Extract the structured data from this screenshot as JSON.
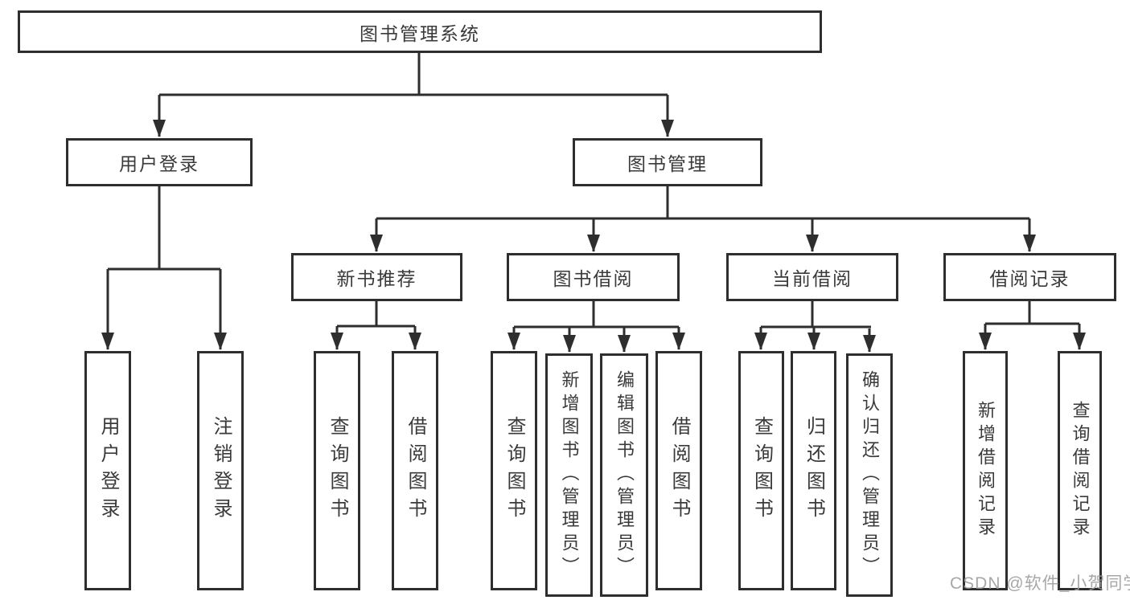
{
  "diagram": {
    "root": {
      "label": "图书管理系统"
    },
    "level2": [
      {
        "label": "用户登录"
      },
      {
        "label": "图书管理"
      }
    ],
    "level3": [
      {
        "label": "新书推荐"
      },
      {
        "label": "图书借阅"
      },
      {
        "label": "当前借阅"
      },
      {
        "label": "借阅记录"
      }
    ],
    "leaves": {
      "user_login": [
        "用户登录",
        "注销登录"
      ],
      "new_books": [
        "查询图书",
        "借阅图书"
      ],
      "book_borrowing": [
        "查询图书",
        "新增图书（管理员）",
        "编辑图书（管理员）",
        "借阅图书"
      ],
      "current_borrowing": [
        "查询图书",
        "归还图书",
        "确认归还（管理员）"
      ],
      "borrowing_records": [
        "新增借阅记录",
        "查询借阅记录"
      ]
    }
  },
  "watermark": {
    "text": "CSDN @软件_小贺同学",
    "color": "#9c9c9c"
  },
  "colors": {
    "line": "#2e2e2e",
    "box_border": "#2e2e2e",
    "text": "#3a3a3a",
    "background": "#ffffff"
  }
}
